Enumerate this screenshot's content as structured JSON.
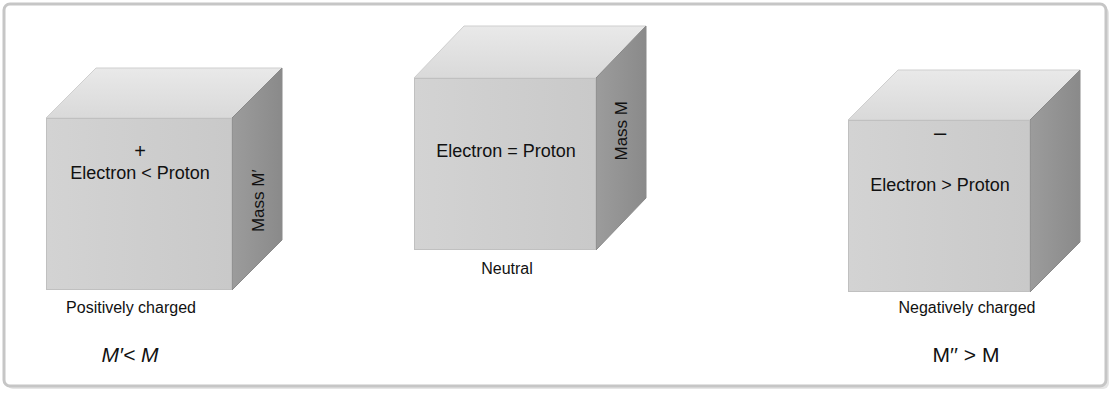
{
  "diagram": {
    "nodes": [
      {
        "text": [
          "+",
          "Electron < Proton",
          "Mass M′",
          "Positively charged"
        ]
      },
      {
        "text": [
          "Electron = Proton",
          "Mass M",
          "Neutral"
        ]
      },
      {
        "text": [
          "–",
          "Electron > Proton",
          "Negatively charged"
        ]
      }
    ],
    "labels": [
      "M′< M",
      "M′′ > M"
    ]
  }
}
